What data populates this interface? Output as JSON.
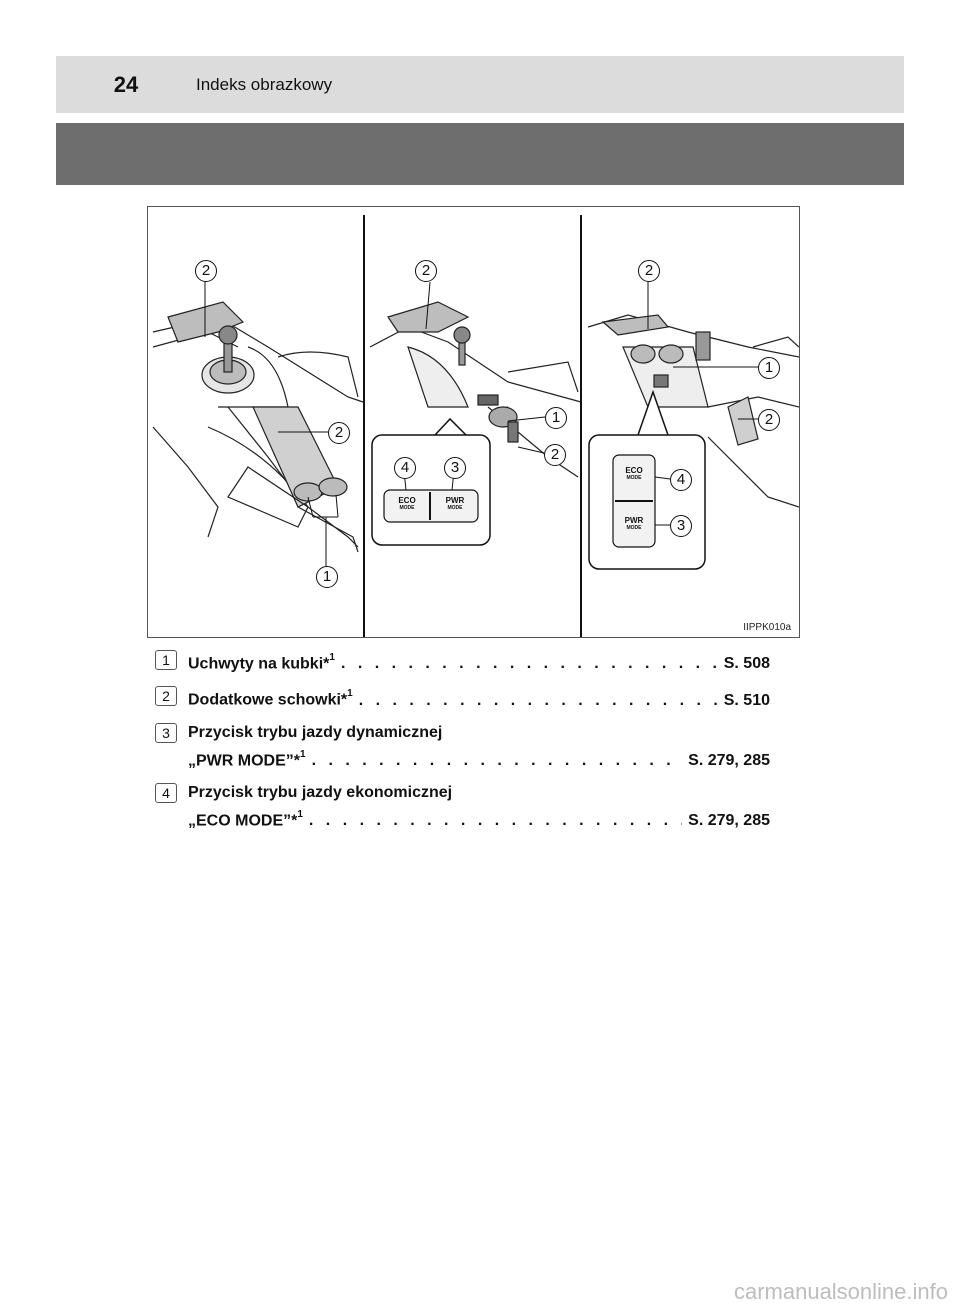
{
  "header": {
    "page_number": "24",
    "title": "Indeks obrazkowy"
  },
  "figure": {
    "code": "IIPPK010a",
    "callouts": [
      "1",
      "2",
      "3",
      "4"
    ],
    "buttons": {
      "eco": "ECO",
      "pwr": "PWR",
      "mode": "MODE"
    }
  },
  "legend": [
    {
      "num": "1",
      "line1": "",
      "label": "Uchwyty na kubki*",
      "sup": "1",
      "ref": "S. 508"
    },
    {
      "num": "2",
      "line1": "",
      "label": "Dodatkowe schowki*",
      "sup": "1",
      "ref": "S. 510"
    },
    {
      "num": "3",
      "line1": "Przycisk trybu jazdy dynamicznej",
      "label": "„PWR MODE”*",
      "sup": "1",
      "ref": "S. 279, 285"
    },
    {
      "num": "4",
      "line1": "Przycisk trybu jazdy ekonomicznej",
      "label": "„ECO MODE”*",
      "sup": "1",
      "ref": "S. 279, 285"
    }
  ],
  "watermark": "carmanualsonline.info"
}
